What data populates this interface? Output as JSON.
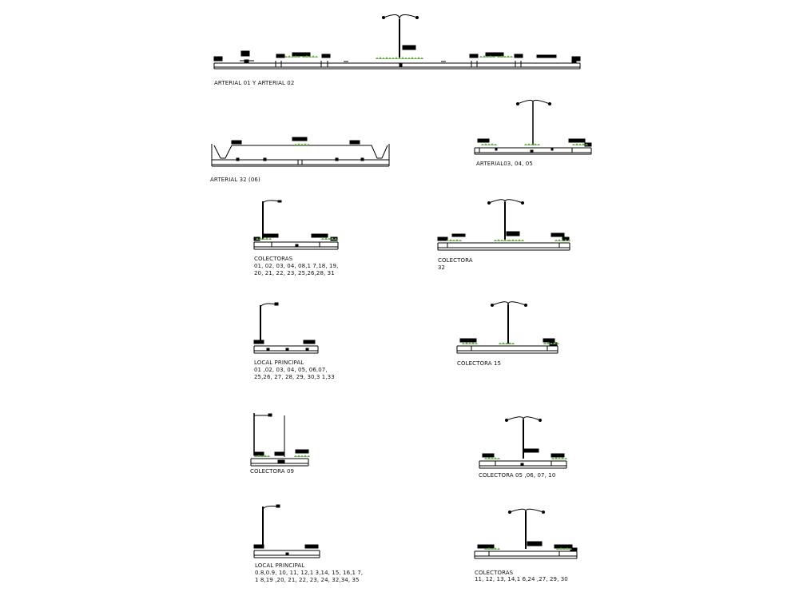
{
  "sections": [
    {
      "id": "arterial-01-02",
      "title": "ARTERIAL 01 Y ARTERIAL 02",
      "subtitle": ""
    },
    {
      "id": "arterial-32",
      "title": "ARTERIAL 32 (06)",
      "subtitle": ""
    },
    {
      "id": "arterial-03-04-05",
      "title": "ARTERIAL03, 04, 05",
      "subtitle": ""
    },
    {
      "id": "colectoras-main",
      "title": "COLECTORAS",
      "subtitle": "01, 02, 03, 04, 08,1 7,18, 19,",
      "subtitle2": "20, 21, 22, 23, 25,26,28, 31"
    },
    {
      "id": "colectora-32",
      "title": "COLECTORA",
      "subtitle": "32",
      "subtitle2": ""
    },
    {
      "id": "local-principal-a",
      "title": "LOCAL PRINCIPAL",
      "subtitle": "01 ,02, 03, 04, 05, 06,07,",
      "subtitle2": "25,26, 27, 28, 29, 30,3 1,33"
    },
    {
      "id": "colectora-15",
      "title": "COLECTORA 15",
      "subtitle": "",
      "subtitle2": ""
    },
    {
      "id": "colectora-09",
      "title": "COLECTORA 09",
      "subtitle": "",
      "subtitle2": ""
    },
    {
      "id": "colectora-05-10",
      "title": "COLECTORA 05 ,06, 07, 10",
      "subtitle": "",
      "subtitle2": ""
    },
    {
      "id": "local-principal-b",
      "title": "LOCAL PRINCIPAL",
      "subtitle": "0.8,0.9, 10, 11, 12,1 3,14, 15, 16,1 7,",
      "subtitle2": "1 8,19 ,20, 21, 22, 23, 24, 32,34, 35"
    },
    {
      "id": "colectoras-b",
      "title": "COLECTORAS",
      "subtitle": "11, 12, 13, 14,1 6,24 ,27, 29, 30",
      "subtitle2": ""
    }
  ],
  "colors": {
    "line": "#000000",
    "grass": "#6ab04c",
    "background": "#ffffff"
  }
}
